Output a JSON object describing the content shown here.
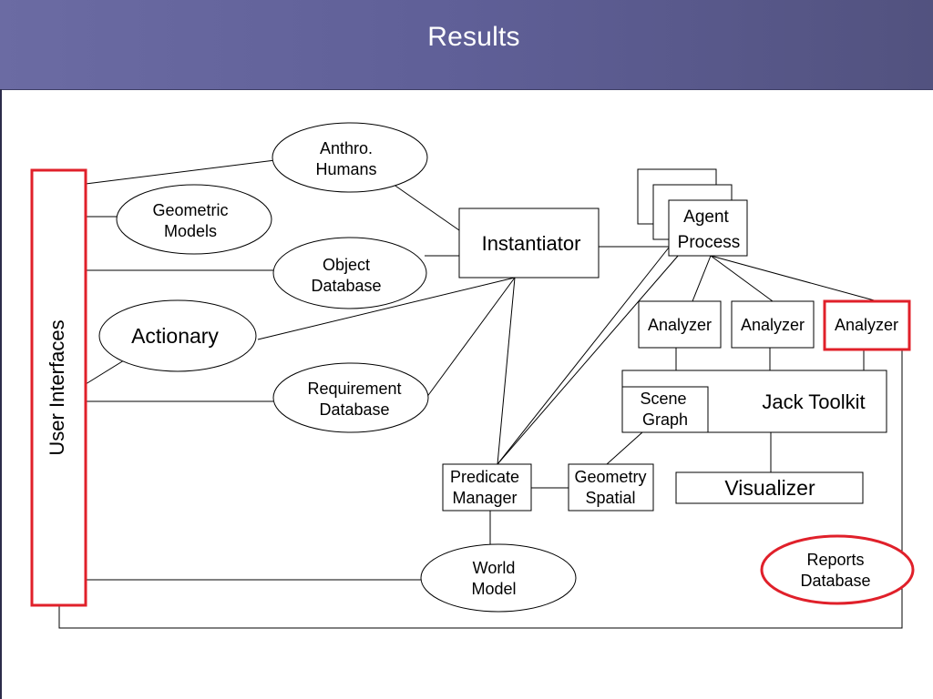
{
  "slide": {
    "title": "Results"
  },
  "nodes": {
    "user_interfaces": "User Interfaces",
    "anthro_humans": [
      "Anthro.",
      "Humans"
    ],
    "geometric_models": [
      "Geometric",
      "Models"
    ],
    "object_database": [
      "Object",
      "Database"
    ],
    "actionary": "Actionary",
    "requirement_database": [
      "Requirement",
      "Database"
    ],
    "instantiator": "Instantiator",
    "agent_process": [
      "Agent",
      "Process"
    ],
    "analyzer_1": "Analyzer",
    "analyzer_2": "Analyzer",
    "analyzer_3": "Analyzer",
    "jack_toolkit": "Jack Toolkit",
    "scene_graph": [
      "Scene",
      "Graph"
    ],
    "visualizer": "Visualizer",
    "predicate_manager": [
      "Predicate",
      "Manager"
    ],
    "geometry_spatial": [
      "Geometry",
      "Spatial"
    ],
    "world_model": [
      "World",
      "Model"
    ],
    "reports_database": [
      "Reports",
      "Database"
    ]
  },
  "colors": {
    "title_bar": "#5f5f97",
    "highlight": "#e0202a",
    "line": "#000000"
  }
}
